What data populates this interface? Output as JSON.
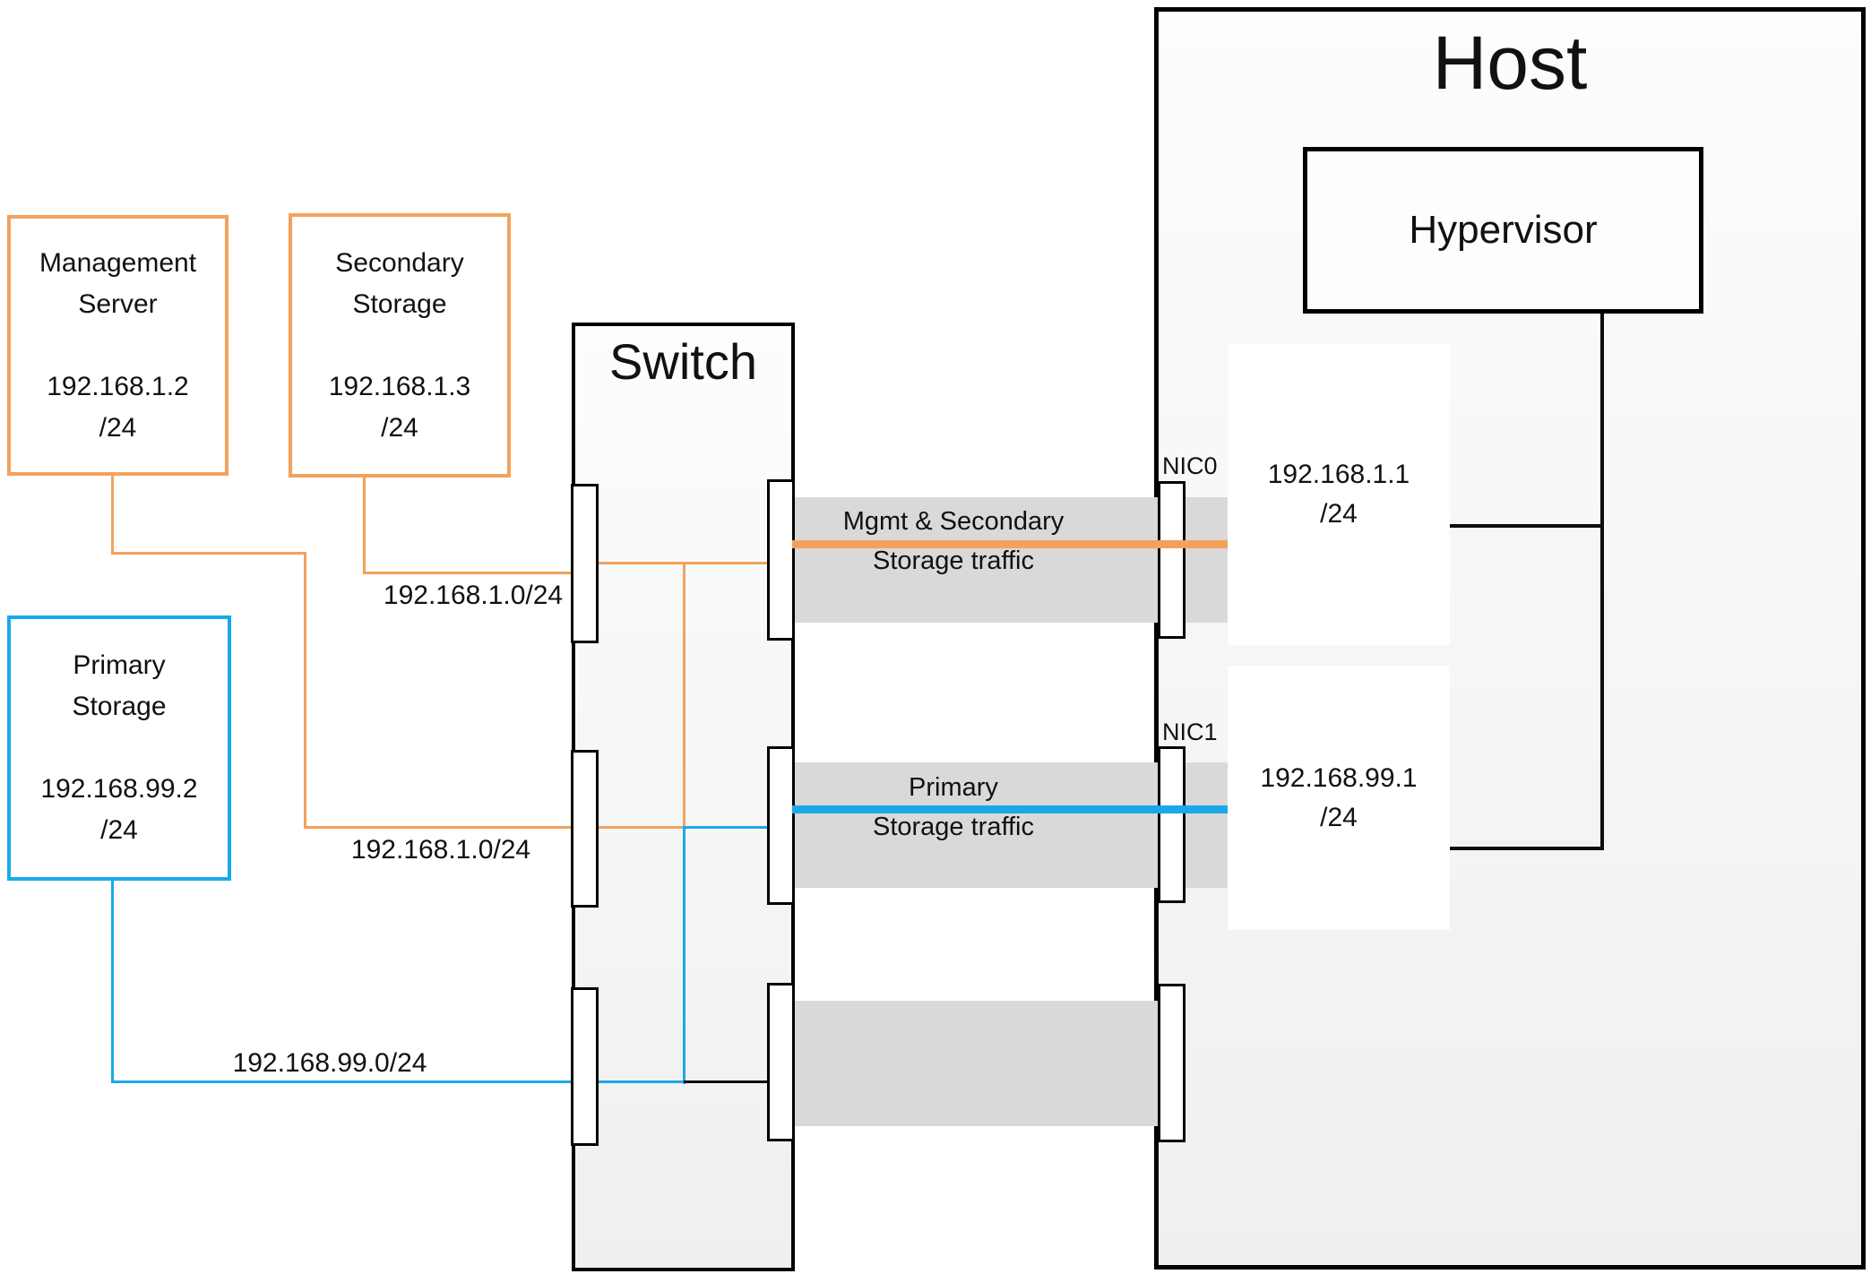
{
  "colors": {
    "orange": "#F2A25C",
    "blue": "#1BA8E8",
    "gray": "#D9D9D9"
  },
  "host": {
    "title": "Host",
    "hypervisor_label": "Hypervisor"
  },
  "switch": {
    "title": "Switch"
  },
  "nodes": {
    "management": {
      "title1": "Management",
      "title2": "Server",
      "ip": "192.168.1.2",
      "mask": "/24"
    },
    "secondary": {
      "title1": "Secondary",
      "title2": "Storage",
      "ip": "192.168.1.3",
      "mask": "/24"
    },
    "primary": {
      "title1": "Primary",
      "title2": "Storage",
      "ip": "192.168.99.2",
      "mask": "/24"
    },
    "nic0": {
      "label": "NIC0",
      "ip": "192.168.1.1",
      "mask": "/24"
    },
    "nic1": {
      "label": "NIC1",
      "ip": "192.168.99.1",
      "mask": "/24"
    }
  },
  "net_labels": {
    "subnet_top": "192.168.1.0/24",
    "subnet_mid": "192.168.1.0/24",
    "subnet_storage": "192.168.99.0/24"
  },
  "traffic": {
    "band1_line1": "Mgmt & Secondary",
    "band1_line2": "Storage traffic",
    "band2_line1": "Primary",
    "band2_line2": "Storage traffic"
  }
}
